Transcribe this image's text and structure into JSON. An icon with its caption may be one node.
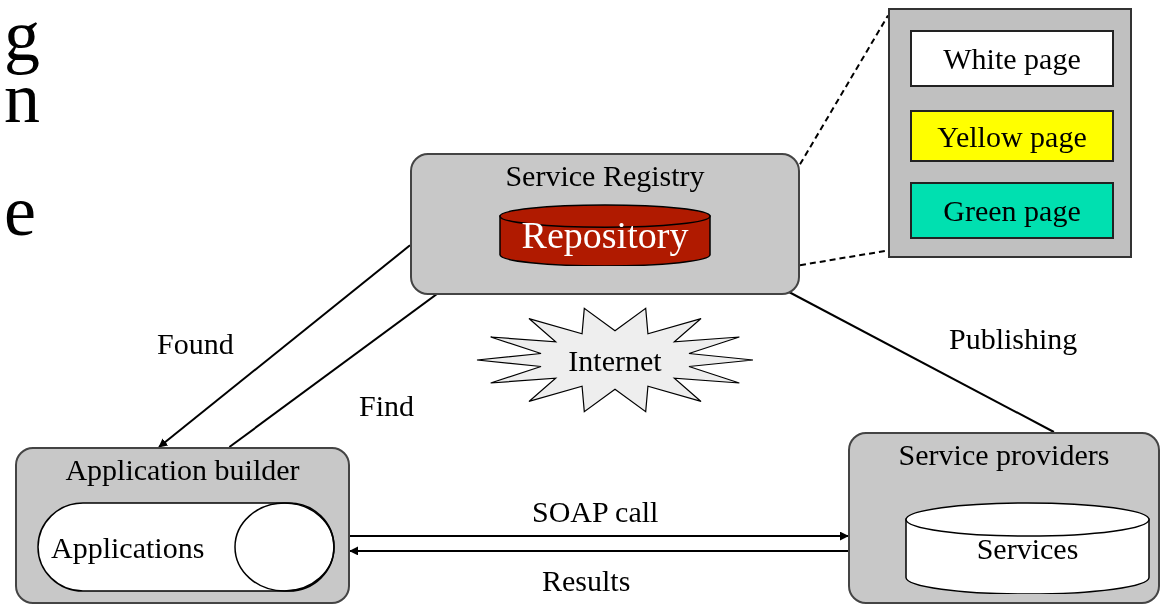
{
  "diagram": {
    "nodes": [
      {
        "text": [
          "Service Registry"
        ]
      },
      {
        "text": [
          "Repository"
        ],
        "in": 0
      },
      {
        "text": [],
        "shape": "box"
      },
      {
        "text": [
          "White page"
        ],
        "in": 2
      },
      {
        "text": [
          "Yellow page"
        ],
        "in": 2
      },
      {
        "text": [
          "Green page"
        ],
        "in": 2
      },
      {
        "text": [
          "Internet"
        ]
      },
      {
        "text": [
          "Application builder"
        ]
      },
      {
        "text": [
          "Applications"
        ],
        "in": 7
      },
      {
        "text": [
          "Service providers"
        ]
      },
      {
        "text": [
          "Services"
        ],
        "in": 9
      }
    ],
    "edges": [
      {
        "from": 0,
        "to": 7,
        "arrow": "to",
        "label": "Found"
      },
      {
        "from": 7,
        "to": 1,
        "arrow": "to",
        "label": "Find"
      },
      {
        "from": 9,
        "to": 1,
        "arrow": "to",
        "label": "Publishing"
      },
      {
        "from": 7,
        "to": 9,
        "arrow": "to",
        "label": "SOAP call"
      },
      {
        "from": 9,
        "to": 7,
        "arrow": "to",
        "label": "Results"
      },
      {
        "from": 0,
        "to": 2,
        "arrow": "none",
        "style": "dashed"
      },
      {
        "from": 0,
        "to": 2,
        "arrow": "none",
        "style": "dashed"
      }
    ],
    "labels": [
      "g",
      "n",
      "e"
    ]
  }
}
